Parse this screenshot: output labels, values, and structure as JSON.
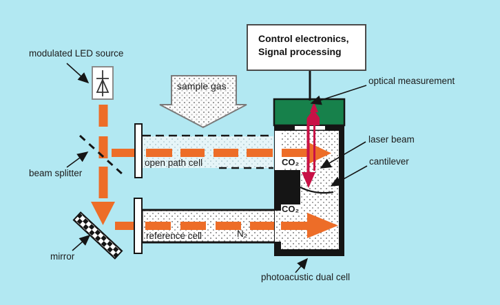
{
  "colors": {
    "background": "#b2e8f2",
    "beam_orange": "#ed6d28",
    "laser_red": "#c81146",
    "cell_lid_green": "#17814b",
    "frame_black": "#151515"
  },
  "labels": {
    "modulated_led_source": "modulated LED source",
    "sample_gas": "sample gas",
    "control_line1": "Control electronics,",
    "control_line2": "Signal processing",
    "optical_measurement": "optical measurement",
    "laser_beam": "laser beam",
    "cantilever": "cantilever",
    "open_path_cell": "open path cell",
    "co2_upper": "CO₂",
    "co2_lower": "CO₂",
    "n2": "N₂",
    "reference_cell": "reference cell",
    "beam_splitter": "beam splitter",
    "mirror": "mirror",
    "photoacoustic_dual_cell": "photoacustic dual cell"
  }
}
